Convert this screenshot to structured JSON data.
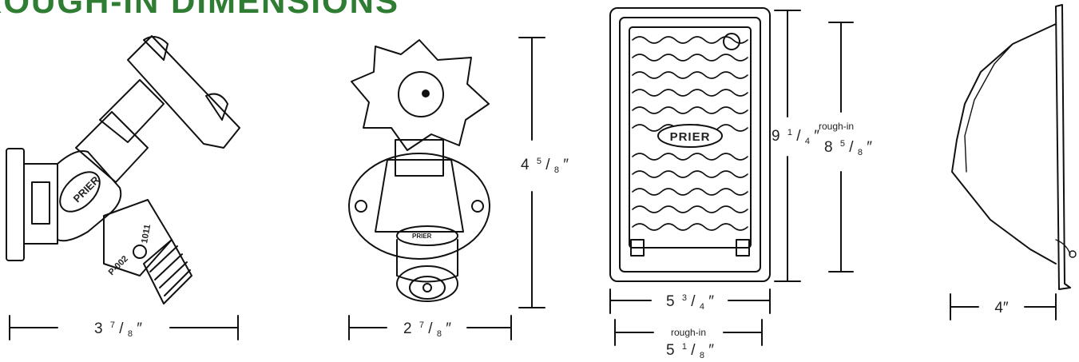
{
  "title": "ROUGH-IN DIMENSIONS",
  "colors": {
    "title": "#2e7d32",
    "line": "#111111"
  },
  "views": {
    "side_faucet": {
      "brand": "PRIER",
      "part_marking_left": "P-002",
      "part_marking_right": "1011",
      "width": {
        "whole": "3",
        "num": "7",
        "den": "8"
      }
    },
    "front_faucet": {
      "brand": "PRIER",
      "width": {
        "whole": "2",
        "num": "7",
        "den": "8"
      },
      "height": {
        "whole": "4",
        "num": "5",
        "den": "8"
      }
    },
    "box_front": {
      "brand": "PRIER",
      "height": {
        "whole": "9",
        "num": "1",
        "den": "4"
      },
      "rough_in_label": "rough-in",
      "rough_in_height": {
        "whole": "8",
        "num": "5",
        "den": "8"
      },
      "width": {
        "whole": "5",
        "num": "3",
        "den": "4"
      },
      "rough_in_width": {
        "whole": "5",
        "num": "1",
        "den": "8"
      }
    },
    "box_side": {
      "depth": "4″"
    }
  }
}
